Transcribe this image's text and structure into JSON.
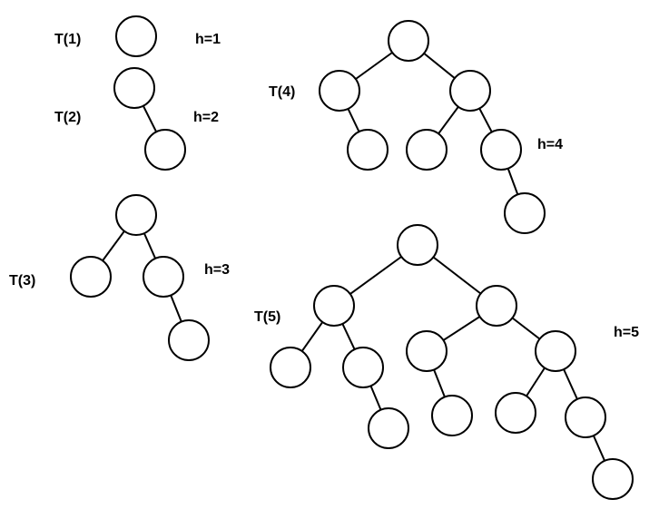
{
  "trees": [
    {
      "name": "T(1)",
      "height_label": "h=1",
      "node_count": 1
    },
    {
      "name": "T(2)",
      "height_label": "h=2",
      "node_count": 2
    },
    {
      "name": "T(3)",
      "height_label": "h=3",
      "node_count": 4
    },
    {
      "name": "T(4)",
      "height_label": "h=4",
      "node_count": 7
    },
    {
      "name": "T(5)",
      "height_label": "h=5",
      "node_count": 12
    }
  ]
}
